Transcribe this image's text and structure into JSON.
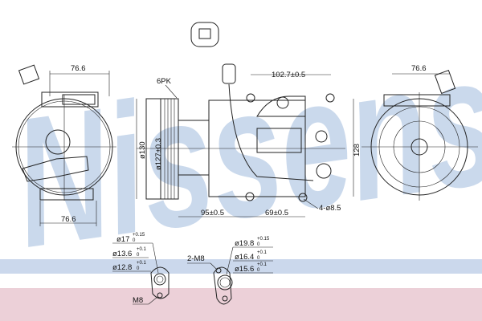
{
  "watermark": {
    "text": "Nissens",
    "color": "#c5d5ea"
  },
  "colors": {
    "band_blue": "#cbd8ec",
    "band_pink": "#ecd0d8",
    "line": "#222222"
  },
  "front_view": {
    "width_top": "76.6",
    "width_bottom": "76.6"
  },
  "side_view": {
    "belt": "6PK",
    "pulley_outer": "ø130",
    "pulley_inner": "ø127±0.3",
    "port_spacing": "102.7±0.5",
    "mount_a": "95±0.5",
    "mount_b": "69±0.5",
    "mount_holes": "4-ø8.5"
  },
  "rear_view": {
    "width": "76.6",
    "height": "128"
  },
  "fitting_left": {
    "d1": "ø17",
    "d1_tol_up": "+0.15",
    "d1_tol_low": "0",
    "d2": "ø13.6",
    "d2_tol_up": "+0.1",
    "d2_tol_low": "0",
    "d3": "ø12.8",
    "d3_tol_up": "+0.1",
    "d3_tol_low": "0",
    "thread": "M8"
  },
  "fitting_right": {
    "thread": "2-M8",
    "d1": "ø19.8",
    "d1_tol_up": "+0.15",
    "d1_tol_low": "0",
    "d2": "ø16.4",
    "d2_tol_up": "+0.1",
    "d2_tol_low": "0",
    "d3": "ø15.6",
    "d3_tol_up": "+0.1",
    "d3_tol_low": "0"
  }
}
